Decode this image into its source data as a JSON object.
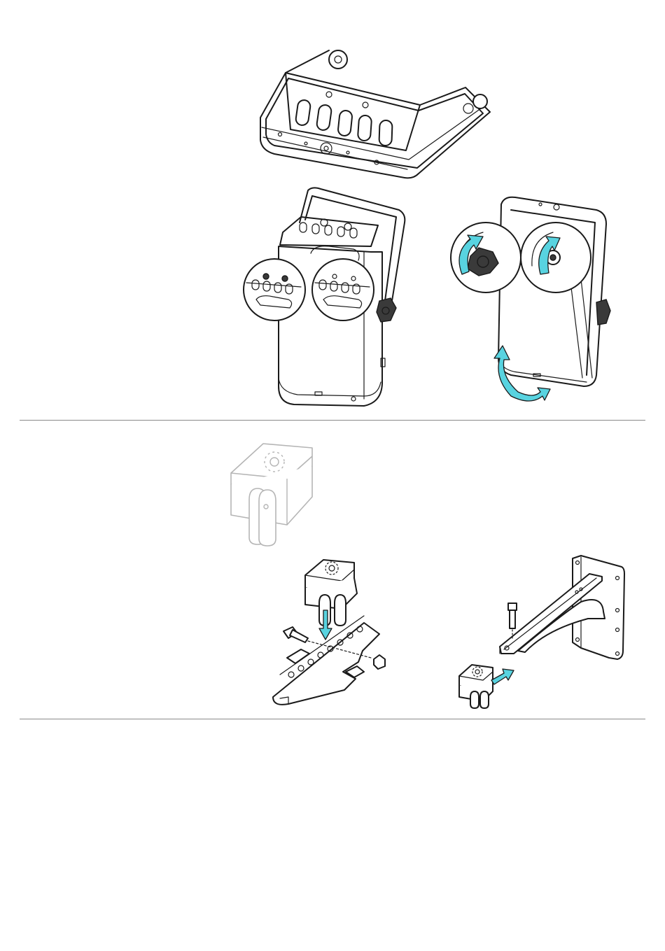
{
  "page": {
    "accent_color": "#58d3e0",
    "line_color": "#1a1a1a",
    "rule_color": "#8a8a8a"
  },
  "figures": [
    {
      "id": "u-bracket",
      "icon": "u-bracket-illustration"
    },
    {
      "id": "speaker-with-bracket-detail",
      "icon": "speaker-bracket-mount-illustration"
    },
    {
      "id": "speaker-tilt-knob-detail",
      "icon": "speaker-tilt-knob-illustration"
    },
    {
      "id": "clamp-adapter",
      "icon": "clamp-adapter-illustration"
    },
    {
      "id": "clamp-to-plate-assembly",
      "icon": "clamp-plate-assembly-illustration"
    },
    {
      "id": "clamp-to-wall-arm-assembly",
      "icon": "clamp-wall-arm-illustration"
    }
  ]
}
